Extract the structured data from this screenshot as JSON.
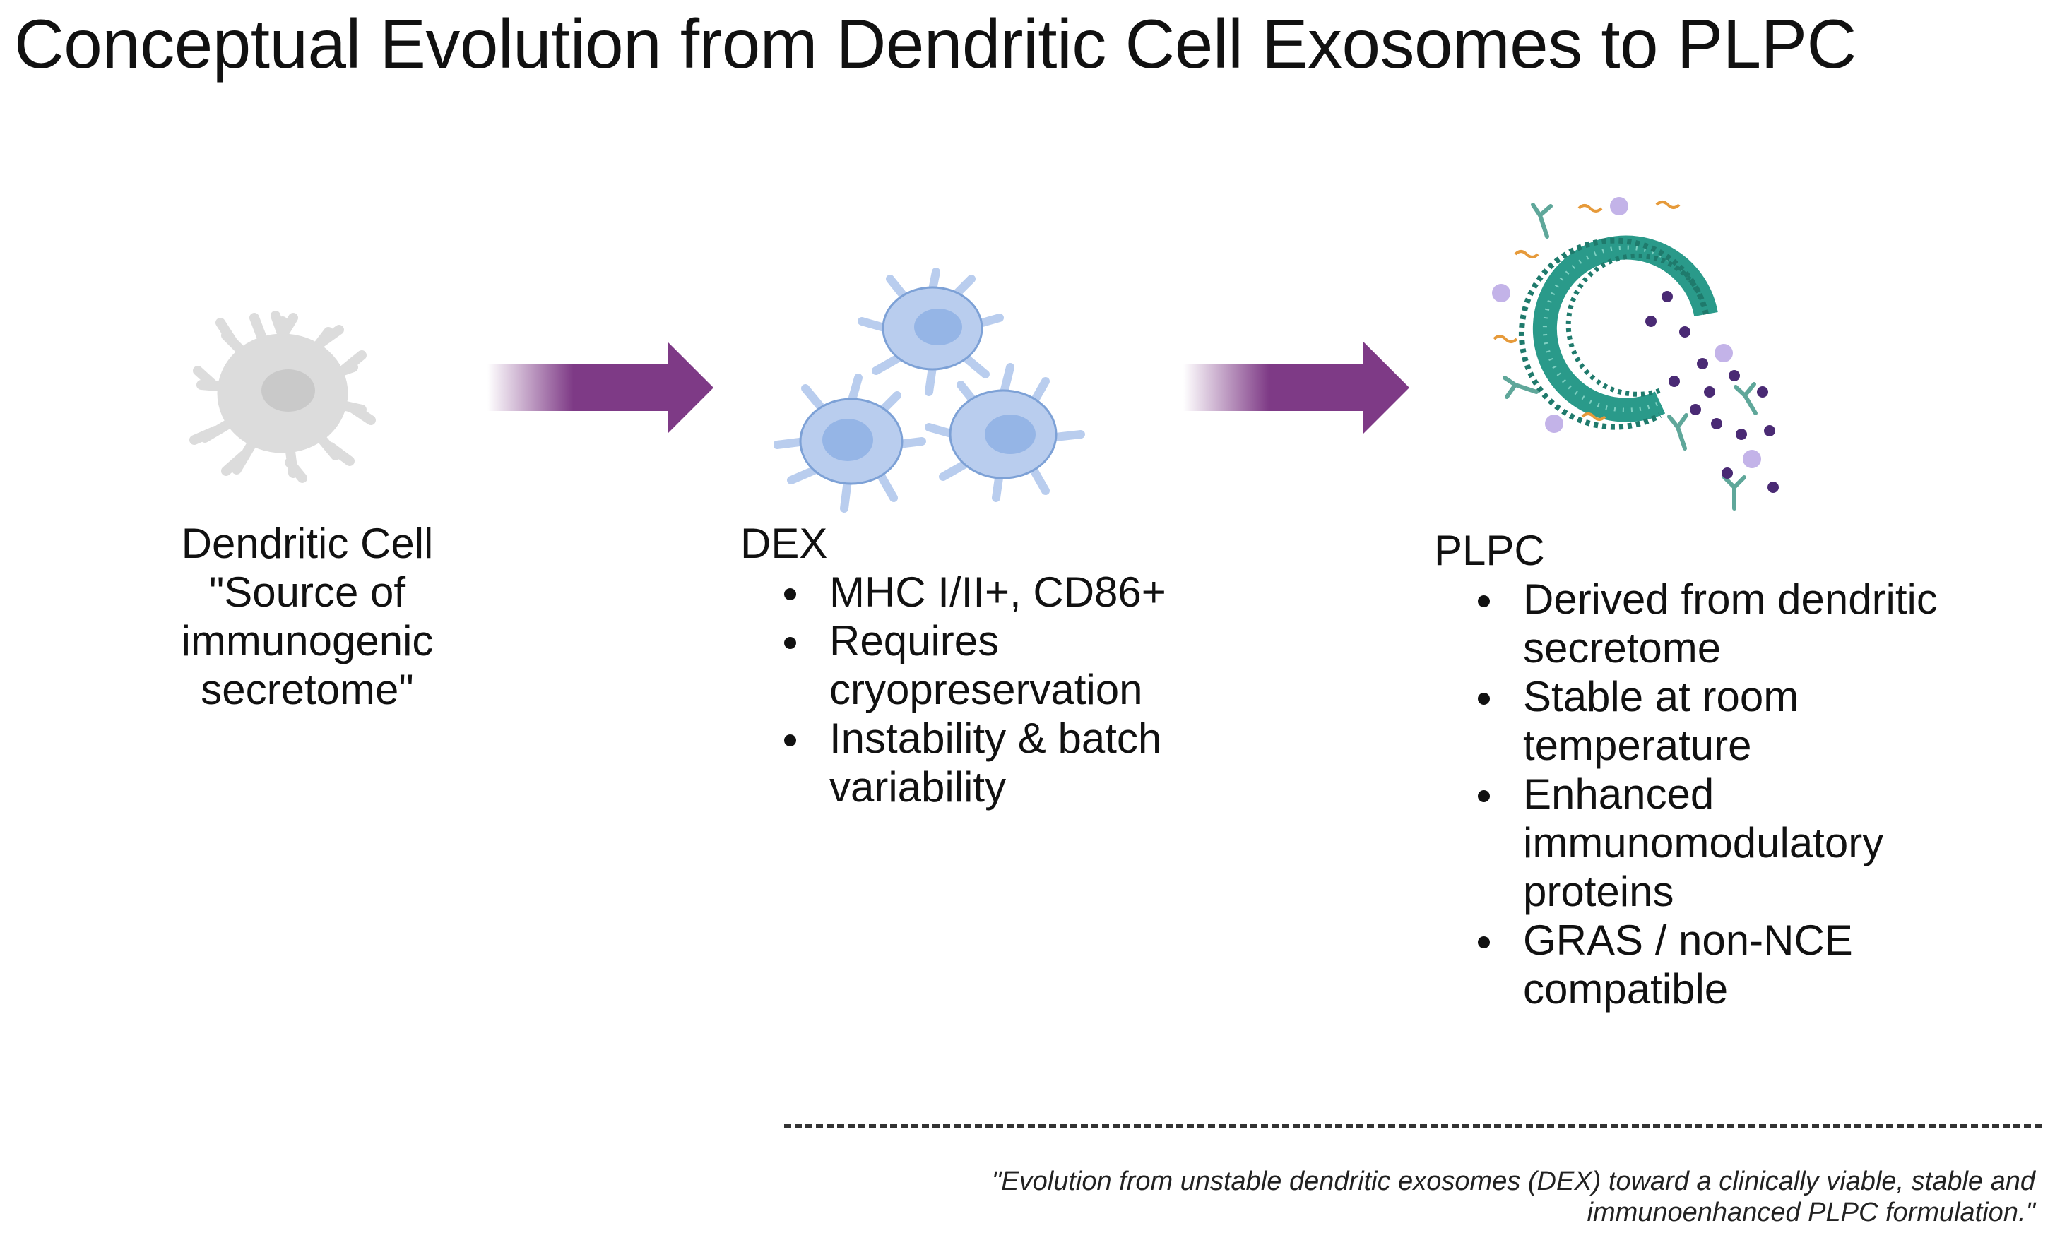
{
  "title": "Conceptual Evolution from Dendritic Cell Exosomes to PLPC",
  "colors": {
    "arrow": "#7e3a86",
    "dendritic_cell": "#dcdcdc",
    "dex": "#b9cdee",
    "plpc_membrane": "#2a9a8a",
    "cargo": "#4a2a74"
  },
  "stages": [
    {
      "icon": "dendritic-cell-illustration",
      "lines": [
        "Dendritic Cell",
        "\"Source of",
        "immunogenic",
        "secretome\""
      ]
    },
    {
      "icon": "dex-exosome-cluster-illustration",
      "label": "DEX",
      "bullets": [
        [
          "MHC I/II+, CD86+"
        ],
        [
          "Requires",
          "cryopreservation"
        ],
        [
          "Instability & batch",
          "variability"
        ]
      ]
    },
    {
      "icon": "plpc-vesicle-illustration",
      "label": "PLPC",
      "bullets": [
        [
          "Derived from dendritic",
          "secretome"
        ],
        [
          "Stable at room",
          "temperature"
        ],
        [
          "Enhanced",
          "immunomodulatory",
          "proteins"
        ],
        [
          "GRAS / non-NCE",
          "compatible"
        ]
      ]
    }
  ],
  "footnote": [
    "\"Evolution from unstable dendritic exosomes (DEX) toward a clinically viable, stable and",
    "immunoenhanced PLPC formulation.\""
  ]
}
